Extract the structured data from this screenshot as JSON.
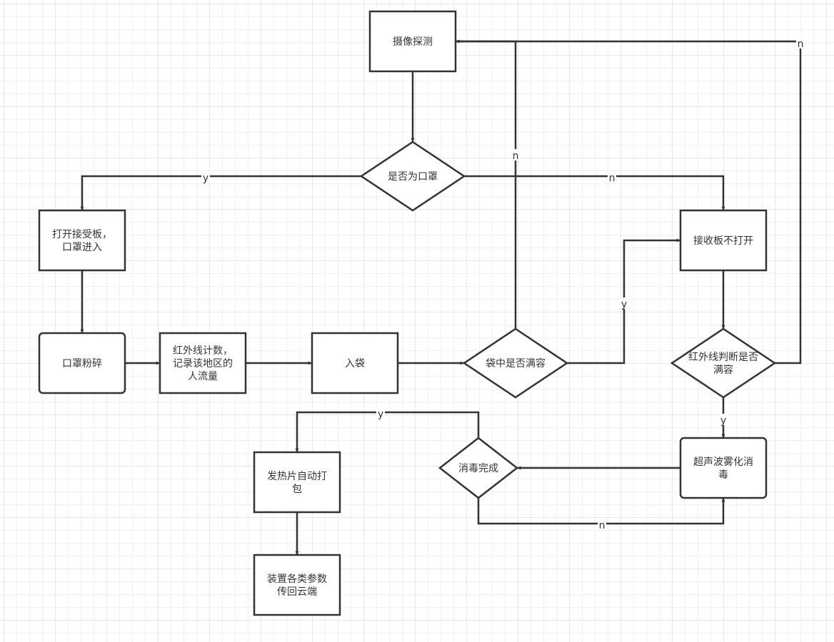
{
  "diagram": {
    "type": "flowchart",
    "nodes": [
      {
        "id": "camera",
        "shape": "rect",
        "lines": [
          "摄像探测"
        ]
      },
      {
        "id": "is_mask",
        "shape": "diamond",
        "lines": [
          "是否为口罩"
        ]
      },
      {
        "id": "open_board",
        "shape": "rect",
        "lines": [
          "打开接受板，",
          "口罩进入"
        ]
      },
      {
        "id": "board_closed",
        "shape": "rect",
        "lines": [
          "接收板不打开"
        ]
      },
      {
        "id": "shred",
        "shape": "rounded",
        "lines": [
          "口罩粉碎"
        ]
      },
      {
        "id": "count",
        "shape": "rect",
        "lines": [
          "红外线计数，",
          "记录该地区的",
          "人流量"
        ]
      },
      {
        "id": "bag_in",
        "shape": "rect",
        "lines": [
          "入袋"
        ]
      },
      {
        "id": "bag_full",
        "shape": "diamond",
        "lines": [
          "袋中是否满容"
        ]
      },
      {
        "id": "ir_full",
        "shape": "diamond",
        "lines": [
          "红外线判断是否",
          "满容"
        ]
      },
      {
        "id": "ultrasonic",
        "shape": "rounded",
        "lines": [
          "超声波雾化消",
          "毒"
        ]
      },
      {
        "id": "disinfect_done",
        "shape": "diamond",
        "lines": [
          "消毒完成"
        ]
      },
      {
        "id": "pack",
        "shape": "rect",
        "lines": [
          "发热片自动打",
          "包"
        ]
      },
      {
        "id": "upload",
        "shape": "rect",
        "lines": [
          "装置各类参数",
          "传回云端"
        ]
      }
    ],
    "edges": [
      {
        "from": "camera",
        "to": "is_mask",
        "label": ""
      },
      {
        "from": "is_mask",
        "to": "open_board",
        "label": "y"
      },
      {
        "from": "is_mask",
        "to": "board_closed",
        "label": "n"
      },
      {
        "from": "open_board",
        "to": "shred",
        "label": ""
      },
      {
        "from": "shred",
        "to": "count",
        "label": ""
      },
      {
        "from": "count",
        "to": "bag_in",
        "label": ""
      },
      {
        "from": "bag_in",
        "to": "bag_full",
        "label": ""
      },
      {
        "from": "bag_full",
        "to": "camera",
        "label": "n"
      },
      {
        "from": "bag_full",
        "to": "board_closed",
        "label": "y"
      },
      {
        "from": "board_closed",
        "to": "ir_full",
        "label": ""
      },
      {
        "from": "ir_full",
        "to": "camera",
        "label": "n"
      },
      {
        "from": "ir_full",
        "to": "ultrasonic",
        "label": "y"
      },
      {
        "from": "ultrasonic",
        "to": "disinfect_done",
        "label": ""
      },
      {
        "from": "disinfect_done",
        "to": "ultrasonic",
        "label": "n"
      },
      {
        "from": "disinfect_done",
        "to": "pack",
        "label": "y"
      },
      {
        "from": "pack",
        "to": "upload",
        "label": ""
      }
    ]
  },
  "colors": {
    "stroke": "#333333",
    "fill": "#ffffff",
    "grid": "#e6e6e6"
  }
}
